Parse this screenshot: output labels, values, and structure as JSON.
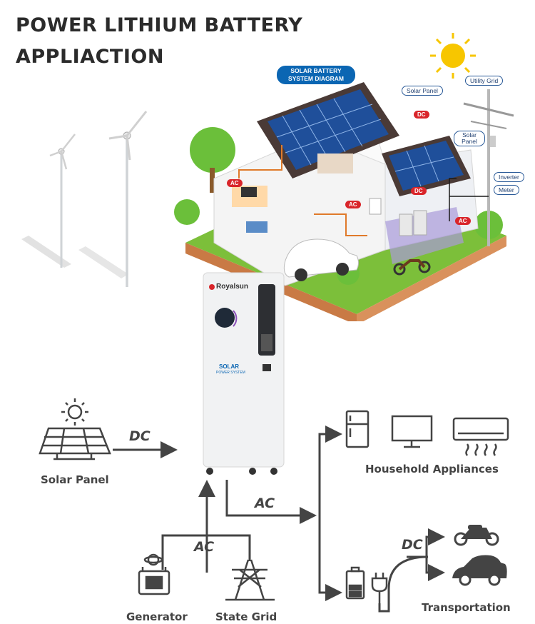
{
  "heading": {
    "line1": "POWER  LITHIUM BATTERY",
    "line2": "APPLIACTION"
  },
  "house_diagram": {
    "title_line1": "SOLAR BATTERY",
    "title_line2": "SYSTEM DIAGRAM",
    "labels": [
      "Solar Panel",
      "Solar Panel",
      "Utility Grid",
      "Inverter",
      "Meter"
    ],
    "badges": [
      "DC",
      "AC",
      "AC",
      "DC",
      "AC"
    ]
  },
  "battery_unit": {
    "brand": "Royalsun",
    "front_label": "SOLAR",
    "front_sublabel": "POWER SYSTEM"
  },
  "flow": {
    "nodes": {
      "solar_panel": "Solar Panel",
      "household": "Household Appliances",
      "generator": "Generator",
      "state_grid": "State Grid",
      "transportation": "Transportation"
    },
    "edge_labels": {
      "solar_dc": "DC",
      "output_ac": "AC",
      "input_ac": "AC",
      "transport_dc": "DC"
    }
  },
  "colors": {
    "accent_blue": "#0b66b3",
    "badge_red": "#d9252a",
    "text_dark": "#2b2b2b",
    "icon_gray": "#444444"
  }
}
